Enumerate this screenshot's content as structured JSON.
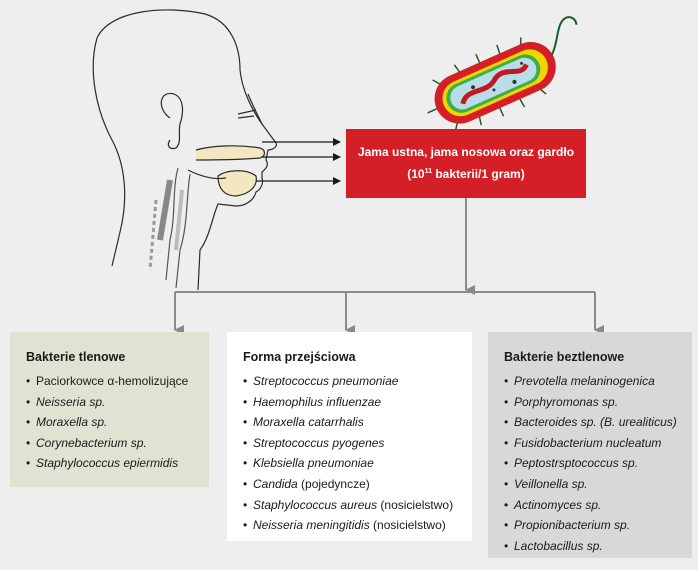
{
  "top_box": {
    "line1": "Jama ustna, jama nosowa oraz gardło",
    "line2_pre": "(10",
    "line2_sup": "11",
    "line2_post": " bakterii/1 gram)"
  },
  "panels": [
    {
      "title": "Bakterie tlenowe",
      "items": [
        {
          "text": "Paciorkowce α-hemolizujące",
          "suffix": "",
          "italic": false
        },
        {
          "text": "Neisseria sp.",
          "suffix": "",
          "italic": true
        },
        {
          "text": "Moraxella sp.",
          "suffix": "",
          "italic": true
        },
        {
          "text": "Corynebacterium sp.",
          "suffix": "",
          "italic": true
        },
        {
          "text": "Staphylococcus epiermidis",
          "suffix": "",
          "italic": true
        }
      ]
    },
    {
      "title": "Forma przejściowa",
      "items": [
        {
          "text": "Streptococcus pneumoniae",
          "suffix": "",
          "italic": true
        },
        {
          "text": "Haemophilus influenzae",
          "suffix": "",
          "italic": true
        },
        {
          "text": "Moraxella catarrhalis",
          "suffix": "",
          "italic": true
        },
        {
          "text": "Streptococcus pyogenes",
          "suffix": "",
          "italic": true
        },
        {
          "text": "Klebsiella pneumoniae",
          "suffix": "",
          "italic": true
        },
        {
          "text": "Candida",
          "suffix": " (pojedyncze)",
          "italic": true
        },
        {
          "text": "Staphylococcus aureus",
          "suffix": " (nosicielstwo)",
          "italic": true
        },
        {
          "text": "Neisseria meningitidis",
          "suffix": " (nosicielstwo)",
          "italic": true
        }
      ]
    },
    {
      "title": "Bakterie beztlenowe",
      "items": [
        {
          "text": "Prevotella melaninogenica",
          "suffix": "",
          "italic": true
        },
        {
          "text": "Porphyromonas sp.",
          "suffix": "",
          "italic": true
        },
        {
          "text": "Bacteroides sp. (B. urealiticus)",
          "suffix": "",
          "italic": true
        },
        {
          "text": "Fusidobacterium nucleatum",
          "suffix": "",
          "italic": true
        },
        {
          "text": "Peptostrsptococcus sp.",
          "suffix": "",
          "italic": true
        },
        {
          "text": "Veillonella sp.",
          "suffix": "",
          "italic": true
        },
        {
          "text": "Actinomyces sp.",
          "suffix": "",
          "italic": true
        },
        {
          "text": "Propionibacterium sp.",
          "suffix": "",
          "italic": true
        },
        {
          "text": "Lactobacillus sp.",
          "suffix": "",
          "italic": true
        }
      ]
    }
  ],
  "colors": {
    "red": "#d41f26",
    "panel_aerobic": "#dfe3d3",
    "panel_transitional": "#ffffff",
    "panel_anaerobic": "#d8d8d8",
    "connector": "#8a8a8a"
  },
  "icons": [
    "head-anatomy-illustration",
    "bacterium-illustration"
  ]
}
